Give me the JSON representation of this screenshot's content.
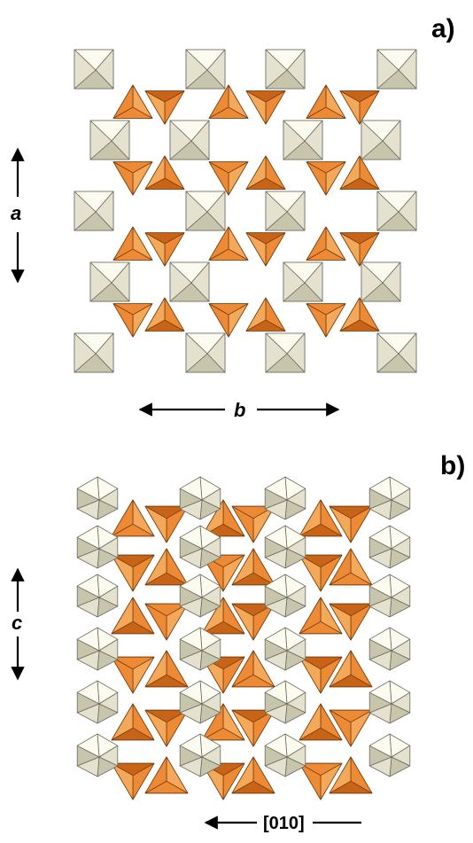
{
  "panels": [
    {
      "label": "a)",
      "axes": [
        {
          "label": "a",
          "orientation": "vertical"
        },
        {
          "label": "b",
          "orientation": "horizontal"
        }
      ],
      "polyhedra": [
        "octahedron",
        "tetrahedron"
      ]
    },
    {
      "label": "b)",
      "axes": [
        {
          "label": "c",
          "orientation": "vertical"
        },
        {
          "label": "[010]",
          "orientation": "horizontal"
        }
      ],
      "polyhedra": [
        "octahedron",
        "tetrahedron"
      ]
    }
  ],
  "colors": {
    "octahedron_light": "#fbfbf0",
    "octahedron_face": "#e4e2cf",
    "octahedron_dark": "#c8c5ad",
    "octahedron_edge": "#6b6a5e",
    "tetrahedron_light": "#f4a95a",
    "tetrahedron_mid": "#ec8a35",
    "tetrahedron_dark": "#c76417",
    "tetrahedron_edge": "#7a3c0c"
  }
}
